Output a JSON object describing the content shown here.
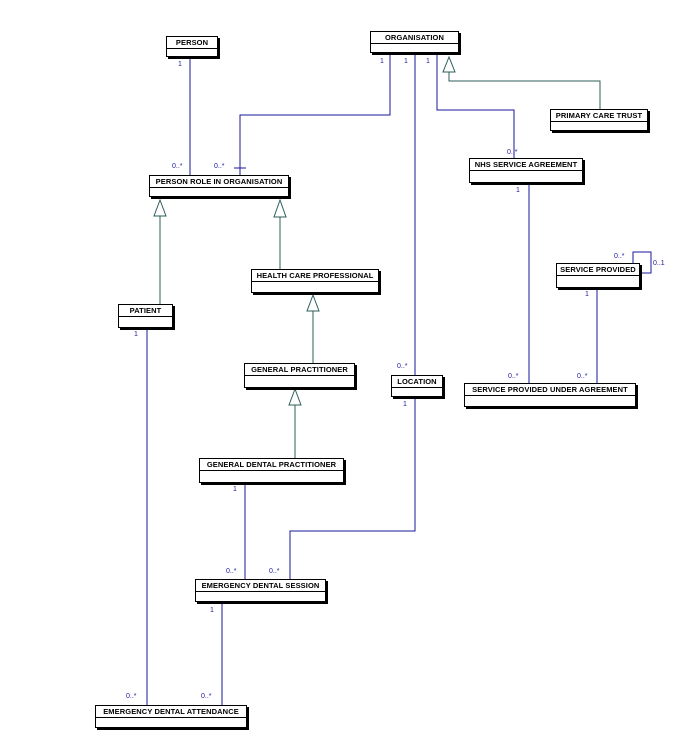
{
  "colors": {
    "association": "#1a1a9a",
    "generalization": "#2e5e5a",
    "box_border": "#000000",
    "multiplicity_text": "#1a1a9a"
  },
  "entities": {
    "person": "PERSON",
    "organisation": "ORGANISATION",
    "person_role": "PERSON ROLE IN ORGANISATION",
    "primary_care_trust": "PRIMARY CARE TRUST",
    "nhs_service_agreement": "NHS SERVICE AGREEMENT",
    "service_provided": "SERVICE PROVIDED",
    "health_care_professional": "HEALTH CARE PROFESSIONAL",
    "patient": "PATIENT",
    "general_practitioner": "GENERAL PRACTITIONER",
    "location": "LOCATION",
    "service_provided_under_agreement": "SERVICE PROVIDED UNDER AGREEMENT",
    "general_dental_practitioner": "GENERAL DENTAL PRACTITIONER",
    "emergency_dental_session": "EMERGENCY DENTAL SESSION",
    "emergency_dental_attendance": "EMERGENCY DENTAL ATTENDANCE"
  },
  "multiplicities": {
    "person_one": "1",
    "role_many_from_person": "0..*",
    "org_one_a": "1",
    "org_one_b": "1",
    "org_one_c": "1",
    "role_many_from_org": "0..*",
    "nsa_many": "0..*",
    "nsa_one": "1",
    "sp_self_many": "0..*",
    "sp_self_opt": "0..1",
    "sp_one": "1",
    "spua_many_left": "0..*",
    "spua_many_right": "0..*",
    "location_many": "0..*",
    "location_one": "1",
    "patient_one": "1",
    "gdp_one": "1",
    "eds_many_left": "0..*",
    "eds_many_right": "0..*",
    "eds_one": "1",
    "eda_many_left": "0..*",
    "eda_many_right": "0..*"
  }
}
